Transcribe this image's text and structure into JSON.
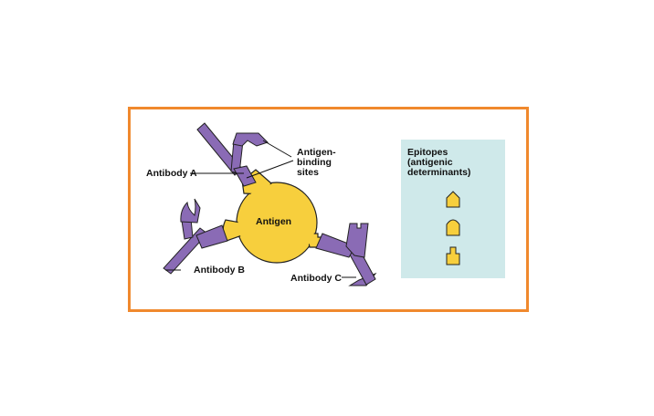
{
  "labels": {
    "antigen": "Antigen",
    "antigen_binding_sites": [
      "Antigen-",
      "binding",
      "sites"
    ],
    "antibody_a": "Antibody A",
    "antibody_b": "Antibody B",
    "antibody_c": "Antibody C"
  },
  "epitopes_panel": {
    "title": [
      "Epitopes",
      "(antigenic",
      "determinants)"
    ],
    "shapes": [
      "pointed-epitope",
      "rounded-epitope",
      "stepped-epitope"
    ]
  },
  "colors": {
    "antigen": "#f7cf3d",
    "antibody": "#8a6bb5",
    "frame": "#f0892d",
    "panel": "#cfe9ea"
  }
}
